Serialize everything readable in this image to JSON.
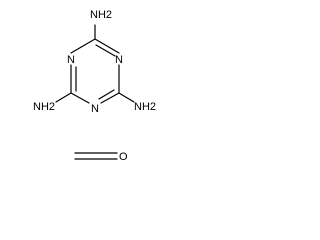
{
  "melamine": {
    "amino_top": "NH2",
    "amino_left": "NH2",
    "amino_right": "NH2",
    "ring_n_upper_left": "N",
    "ring_n_upper_right": "N",
    "ring_n_bottom": "N"
  },
  "formaldehyde": {
    "oxygen": "O"
  },
  "colors": {
    "ink": "#000000",
    "background": "#ffffff"
  }
}
